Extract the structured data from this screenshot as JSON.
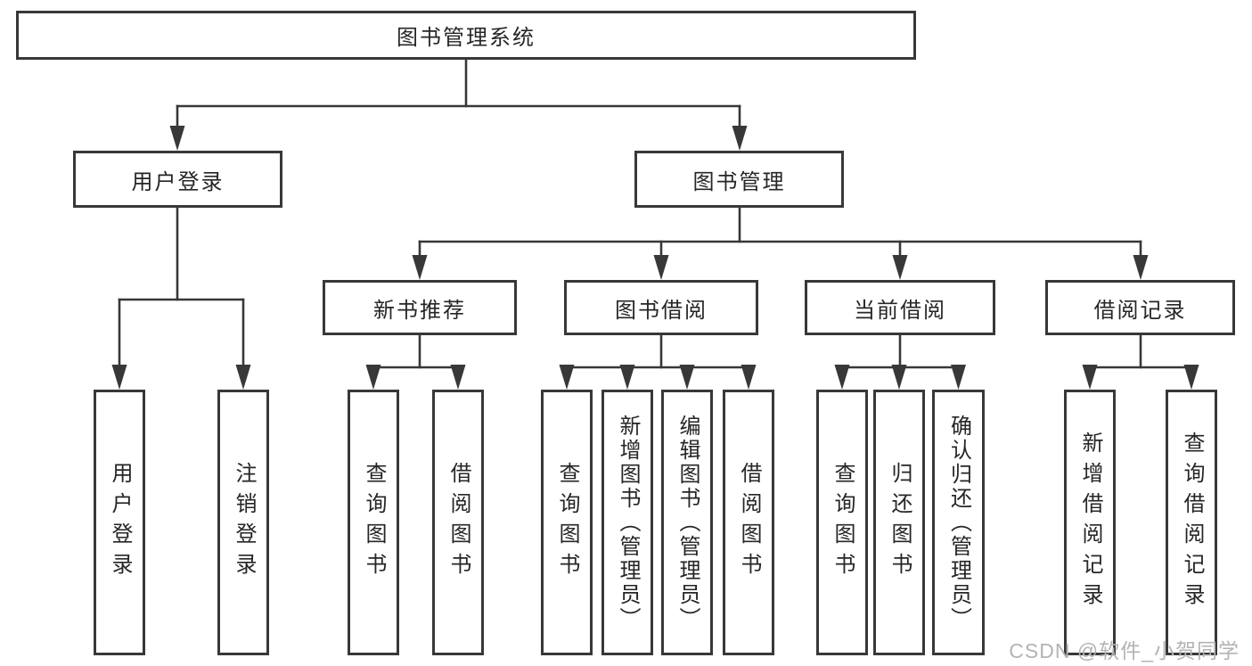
{
  "diagram_title": "图书管理系统",
  "colors": {
    "line": "#383838",
    "text": "#262626",
    "watermark": "#b3b3b3",
    "background": "#ffffff"
  },
  "tree": {
    "root": {
      "label": "图书管理系统",
      "children": [
        {
          "label": "用户登录",
          "children": [
            {
              "label": "用户登录"
            },
            {
              "label": "注销登录"
            }
          ]
        },
        {
          "label": "图书管理",
          "children": [
            {
              "label": "新书推荐",
              "children": [
                {
                  "label": "查询图书"
                },
                {
                  "label": "借阅图书"
                }
              ]
            },
            {
              "label": "图书借阅",
              "children": [
                {
                  "label": "查询图书"
                },
                {
                  "label": "新增图书（管理员）"
                },
                {
                  "label": "编辑图书（管理员）"
                },
                {
                  "label": "借阅图书"
                }
              ]
            },
            {
              "label": "当前借阅",
              "children": [
                {
                  "label": "查询图书"
                },
                {
                  "label": "归还图书"
                },
                {
                  "label": "确认归还（管理员）"
                }
              ]
            },
            {
              "label": "借阅记录",
              "children": [
                {
                  "label": "新增借阅记录"
                },
                {
                  "label": "查询借阅记录"
                }
              ]
            }
          ]
        }
      ]
    }
  },
  "watermark": {
    "text": "CSDN @软件_小贺同学"
  }
}
